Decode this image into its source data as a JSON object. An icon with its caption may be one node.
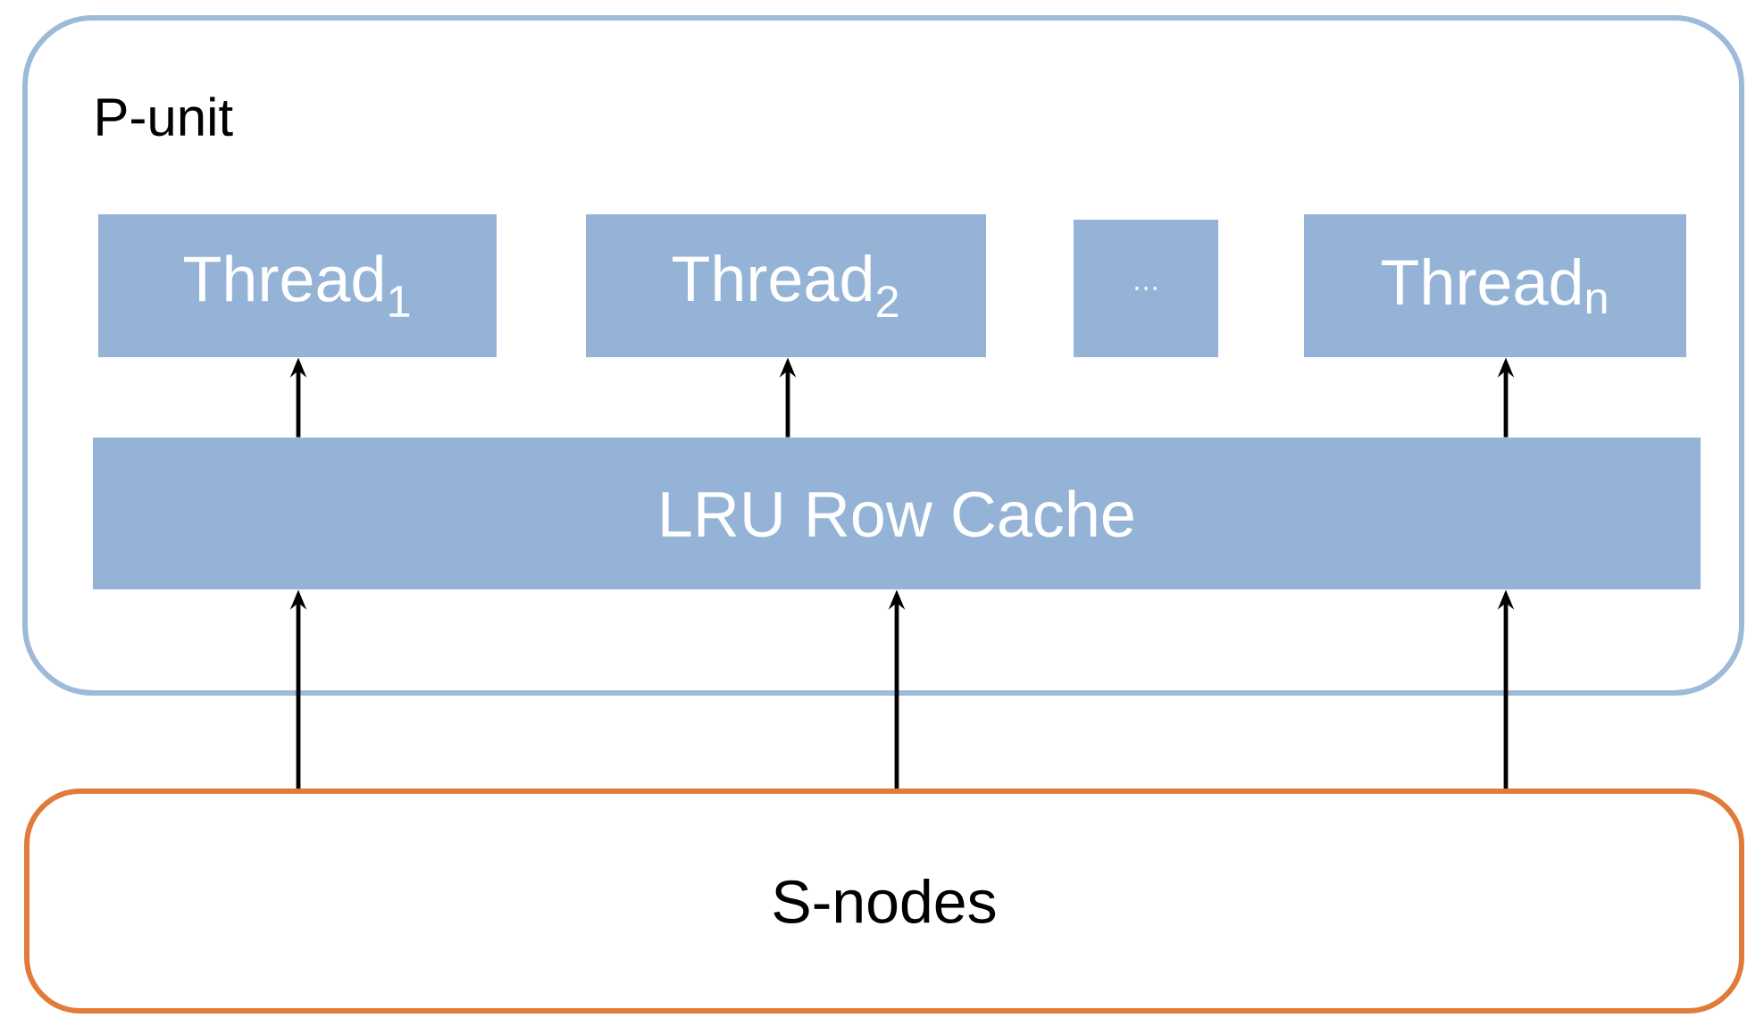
{
  "diagram": {
    "nodes": [
      {
        "text": [
          "P-unit"
        ]
      },
      {
        "text": [
          "Thread$_{1}$"
        ],
        "in": 0
      },
      {
        "text": [
          "Thread$_{2}$"
        ],
        "in": 0
      },
      {
        "text": [
          "…"
        ],
        "in": 0
      },
      {
        "text": [
          "Thread$_{n}$"
        ],
        "in": 0
      },
      {
        "text": [
          "LRU Row Cache"
        ],
        "in": 0
      },
      {
        "text": [
          "S-nodes"
        ]
      }
    ],
    "edges": [
      {
        "from": 5,
        "to": 1,
        "arrow": "to"
      },
      {
        "from": 5,
        "to": 2,
        "arrow": "to"
      },
      {
        "from": 5,
        "to": 4,
        "arrow": "to"
      },
      {
        "from": 6,
        "to": 5,
        "arrow": "to"
      },
      {
        "from": 6,
        "to": 5,
        "arrow": "to"
      },
      {
        "from": 6,
        "to": 5,
        "arrow": "to"
      }
    ]
  }
}
